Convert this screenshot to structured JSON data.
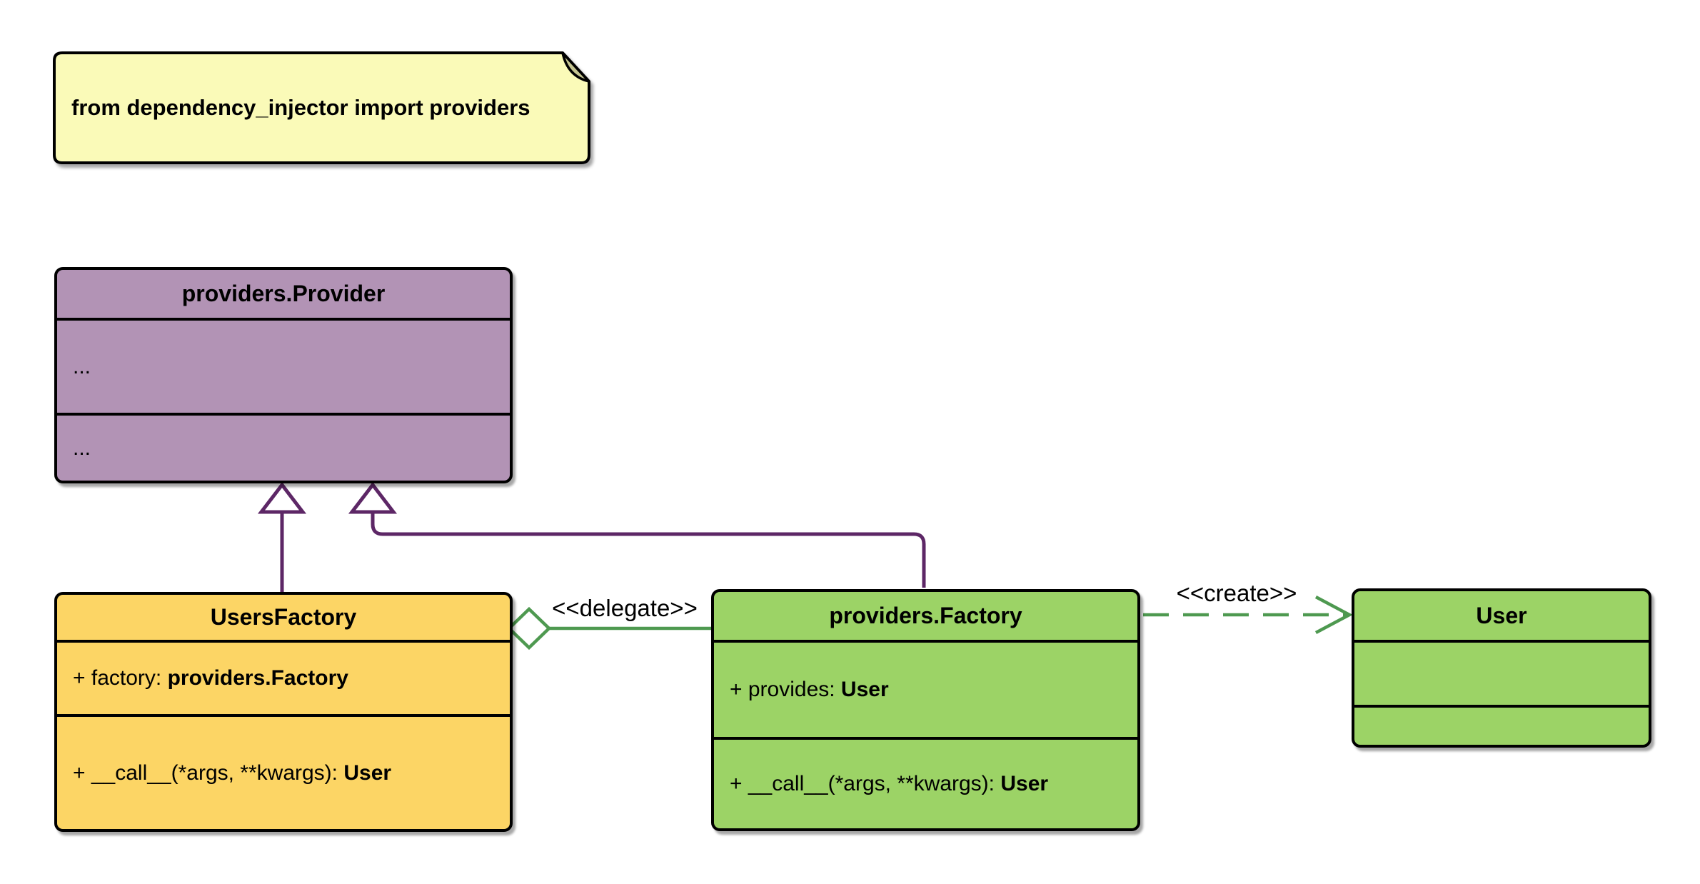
{
  "note": {
    "text": "from dependency_injector import providers"
  },
  "classes": {
    "provider": {
      "title": "providers.Provider",
      "attributes": "...",
      "methods": "..."
    },
    "users_factory": {
      "title": "UsersFactory",
      "attribute": {
        "prefix": "+ factory: ",
        "type": "providers.Factory"
      },
      "method": {
        "prefix": "+ __call__(*args, **kwargs): ",
        "type": "User"
      }
    },
    "factory": {
      "title": "providers.Factory",
      "attribute": {
        "prefix": "+ provides: ",
        "type": "User"
      },
      "method": {
        "prefix": "+ __call__(*args, **kwargs): ",
        "type": "User"
      }
    },
    "user": {
      "title": "User"
    }
  },
  "edge_labels": {
    "delegate": "<<delegate>>",
    "create": "<<create>>"
  },
  "relationships": [
    {
      "from": "UsersFactory",
      "to": "providers.Provider",
      "type": "inheritance"
    },
    {
      "from": "providers.Factory",
      "to": "providers.Provider",
      "type": "inheritance"
    },
    {
      "from": "UsersFactory",
      "to": "providers.Factory",
      "type": "aggregation",
      "label": "<<delegate>>"
    },
    {
      "from": "providers.Factory",
      "to": "User",
      "type": "dependency",
      "label": "<<create>>"
    }
  ],
  "colors": {
    "canvas_bg": "#FFFFFF",
    "border": "#000000",
    "note_fill": "#FAFAB8",
    "note_fold": "#C5C592",
    "provider_fill": "#B293B5",
    "users_factory_fill": "#FCD565",
    "factory_fill": "#9CD366",
    "user_fill": "#9CD366",
    "purple_line": "#5D2766",
    "green_line": "#4E9950"
  }
}
